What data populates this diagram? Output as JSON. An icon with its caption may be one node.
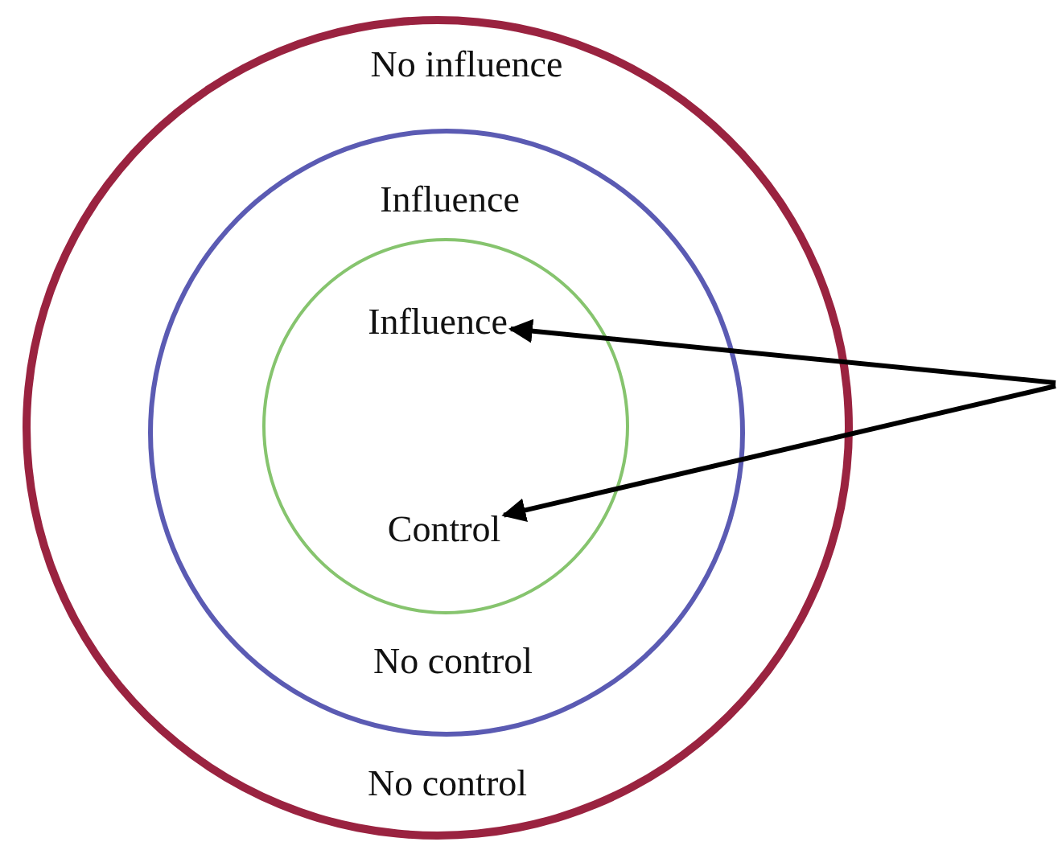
{
  "diagram": {
    "nodes": [
      {
        "text": [
          "No influence",
          "No control"
        ]
      },
      {
        "text": [
          "Influence",
          "No control"
        ],
        "in": 0
      },
      {
        "text": [],
        "shape": "circle",
        "in": 1
      },
      {
        "text": [
          "Influence"
        ],
        "in": 2
      },
      {
        "text": [
          "Control"
        ],
        "in": 2
      }
    ],
    "edges": [
      {
        "from": null,
        "to": 3,
        "arrow": "to"
      },
      {
        "from": null,
        "to": 4,
        "arrow": "to"
      }
    ]
  }
}
